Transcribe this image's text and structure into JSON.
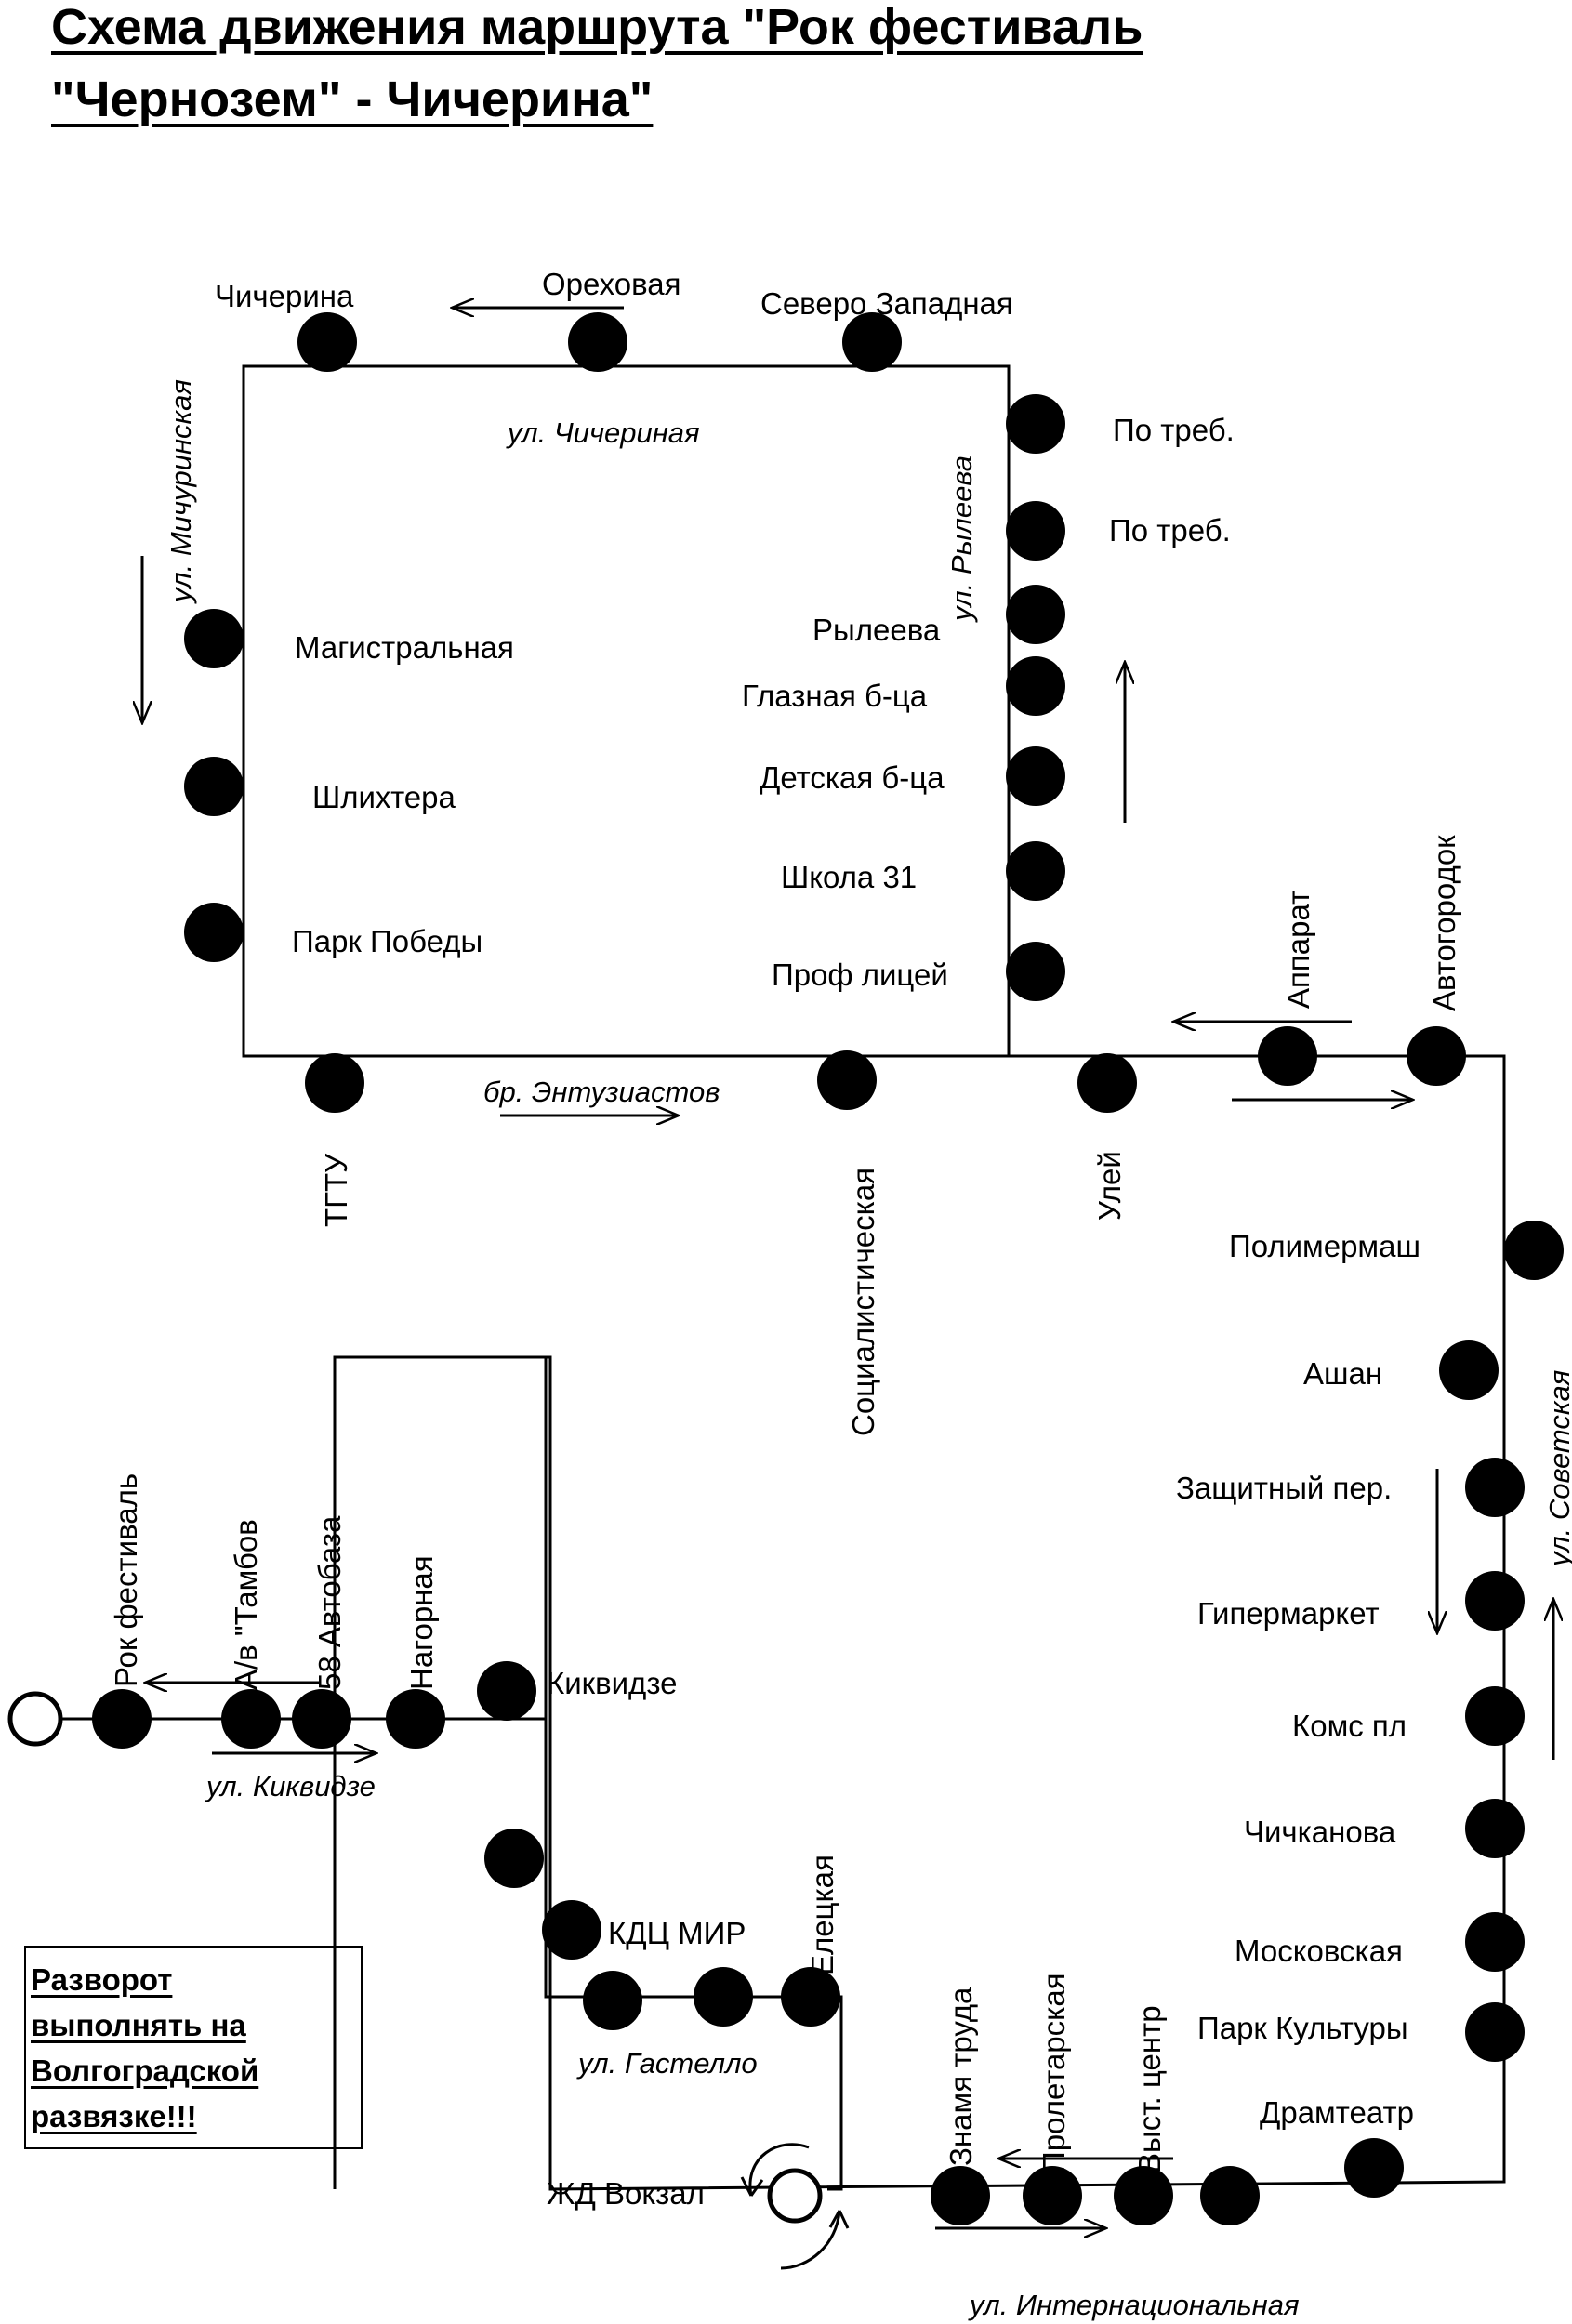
{
  "title": {
    "line1": "Схема движения маршрута \"Рок фестиваль",
    "line2": "\"Чернозем\" - Чичерина\""
  },
  "note": {
    "lines": [
      "Разворот",
      "выполнять на",
      "Волгоградской",
      "развязке!!!"
    ]
  },
  "streets": {
    "chicherina": "ул. Чичериная",
    "rylееva": "ул. Рылеева",
    "michurinskaya": "ул. Мичуринская",
    "entuziastov": "бр. Энтузиастов",
    "sovetskaya": "ул. Советская",
    "kikvidze": "ул. Киквидзе",
    "gastello": "ул. Гастелло",
    "internatsionalnaya": "ул. Интернациональная"
  },
  "stops": {
    "chicherina": "Чичерина",
    "orekhovaya": "Ореховая",
    "severo_zapadnaya": "Северо Западная",
    "po_treb_1": "По треб.",
    "po_treb_2": "По треб.",
    "magistralnaya": "Магистральная",
    "shlikhtera": "Шлихтера",
    "park_pobedy": "Парк Победы",
    "ryleeva": "Рылеева",
    "glaznaya": "Глазная б-ца",
    "detskaya": "Детская б-ца",
    "shkola_31": "Школа 31",
    "proflitsey": "Проф лицей",
    "tgtu": "ТГТУ",
    "sotsialisticheskaya": "Социалистическая",
    "uley": "Улей",
    "apparat": "Аппарат",
    "avtogorodok": "Автогородок",
    "polimermash": "Полимермаш",
    "ashan": "Ашан",
    "zashchitny": "Защитный пер.",
    "gipermarket": "Гипермаркет",
    "koms_pl": "Комс пл",
    "chichkanova": "Чичканова",
    "moskovskaya": "Московская",
    "park_kultury": "Парк Культуры",
    "dramteatr": "Драмтеатр",
    "vyst_tsentr": "Выст. центр",
    "proletarskaya": "Пролетарская",
    "znamya_truda": "Знамя труда",
    "zhd_vokzal": "ЖД Вокзал",
    "eletskaya": "Елецкая",
    "kdts_mir": "КДЦ МИР",
    "kikvidze": "Киквидзе",
    "nagornaya": "Нагорная",
    "avtobaza_58": "58 Автобаза",
    "av_tambov": "А/в \"Тамбов",
    "rok_festival": "Рок фестиваль"
  }
}
